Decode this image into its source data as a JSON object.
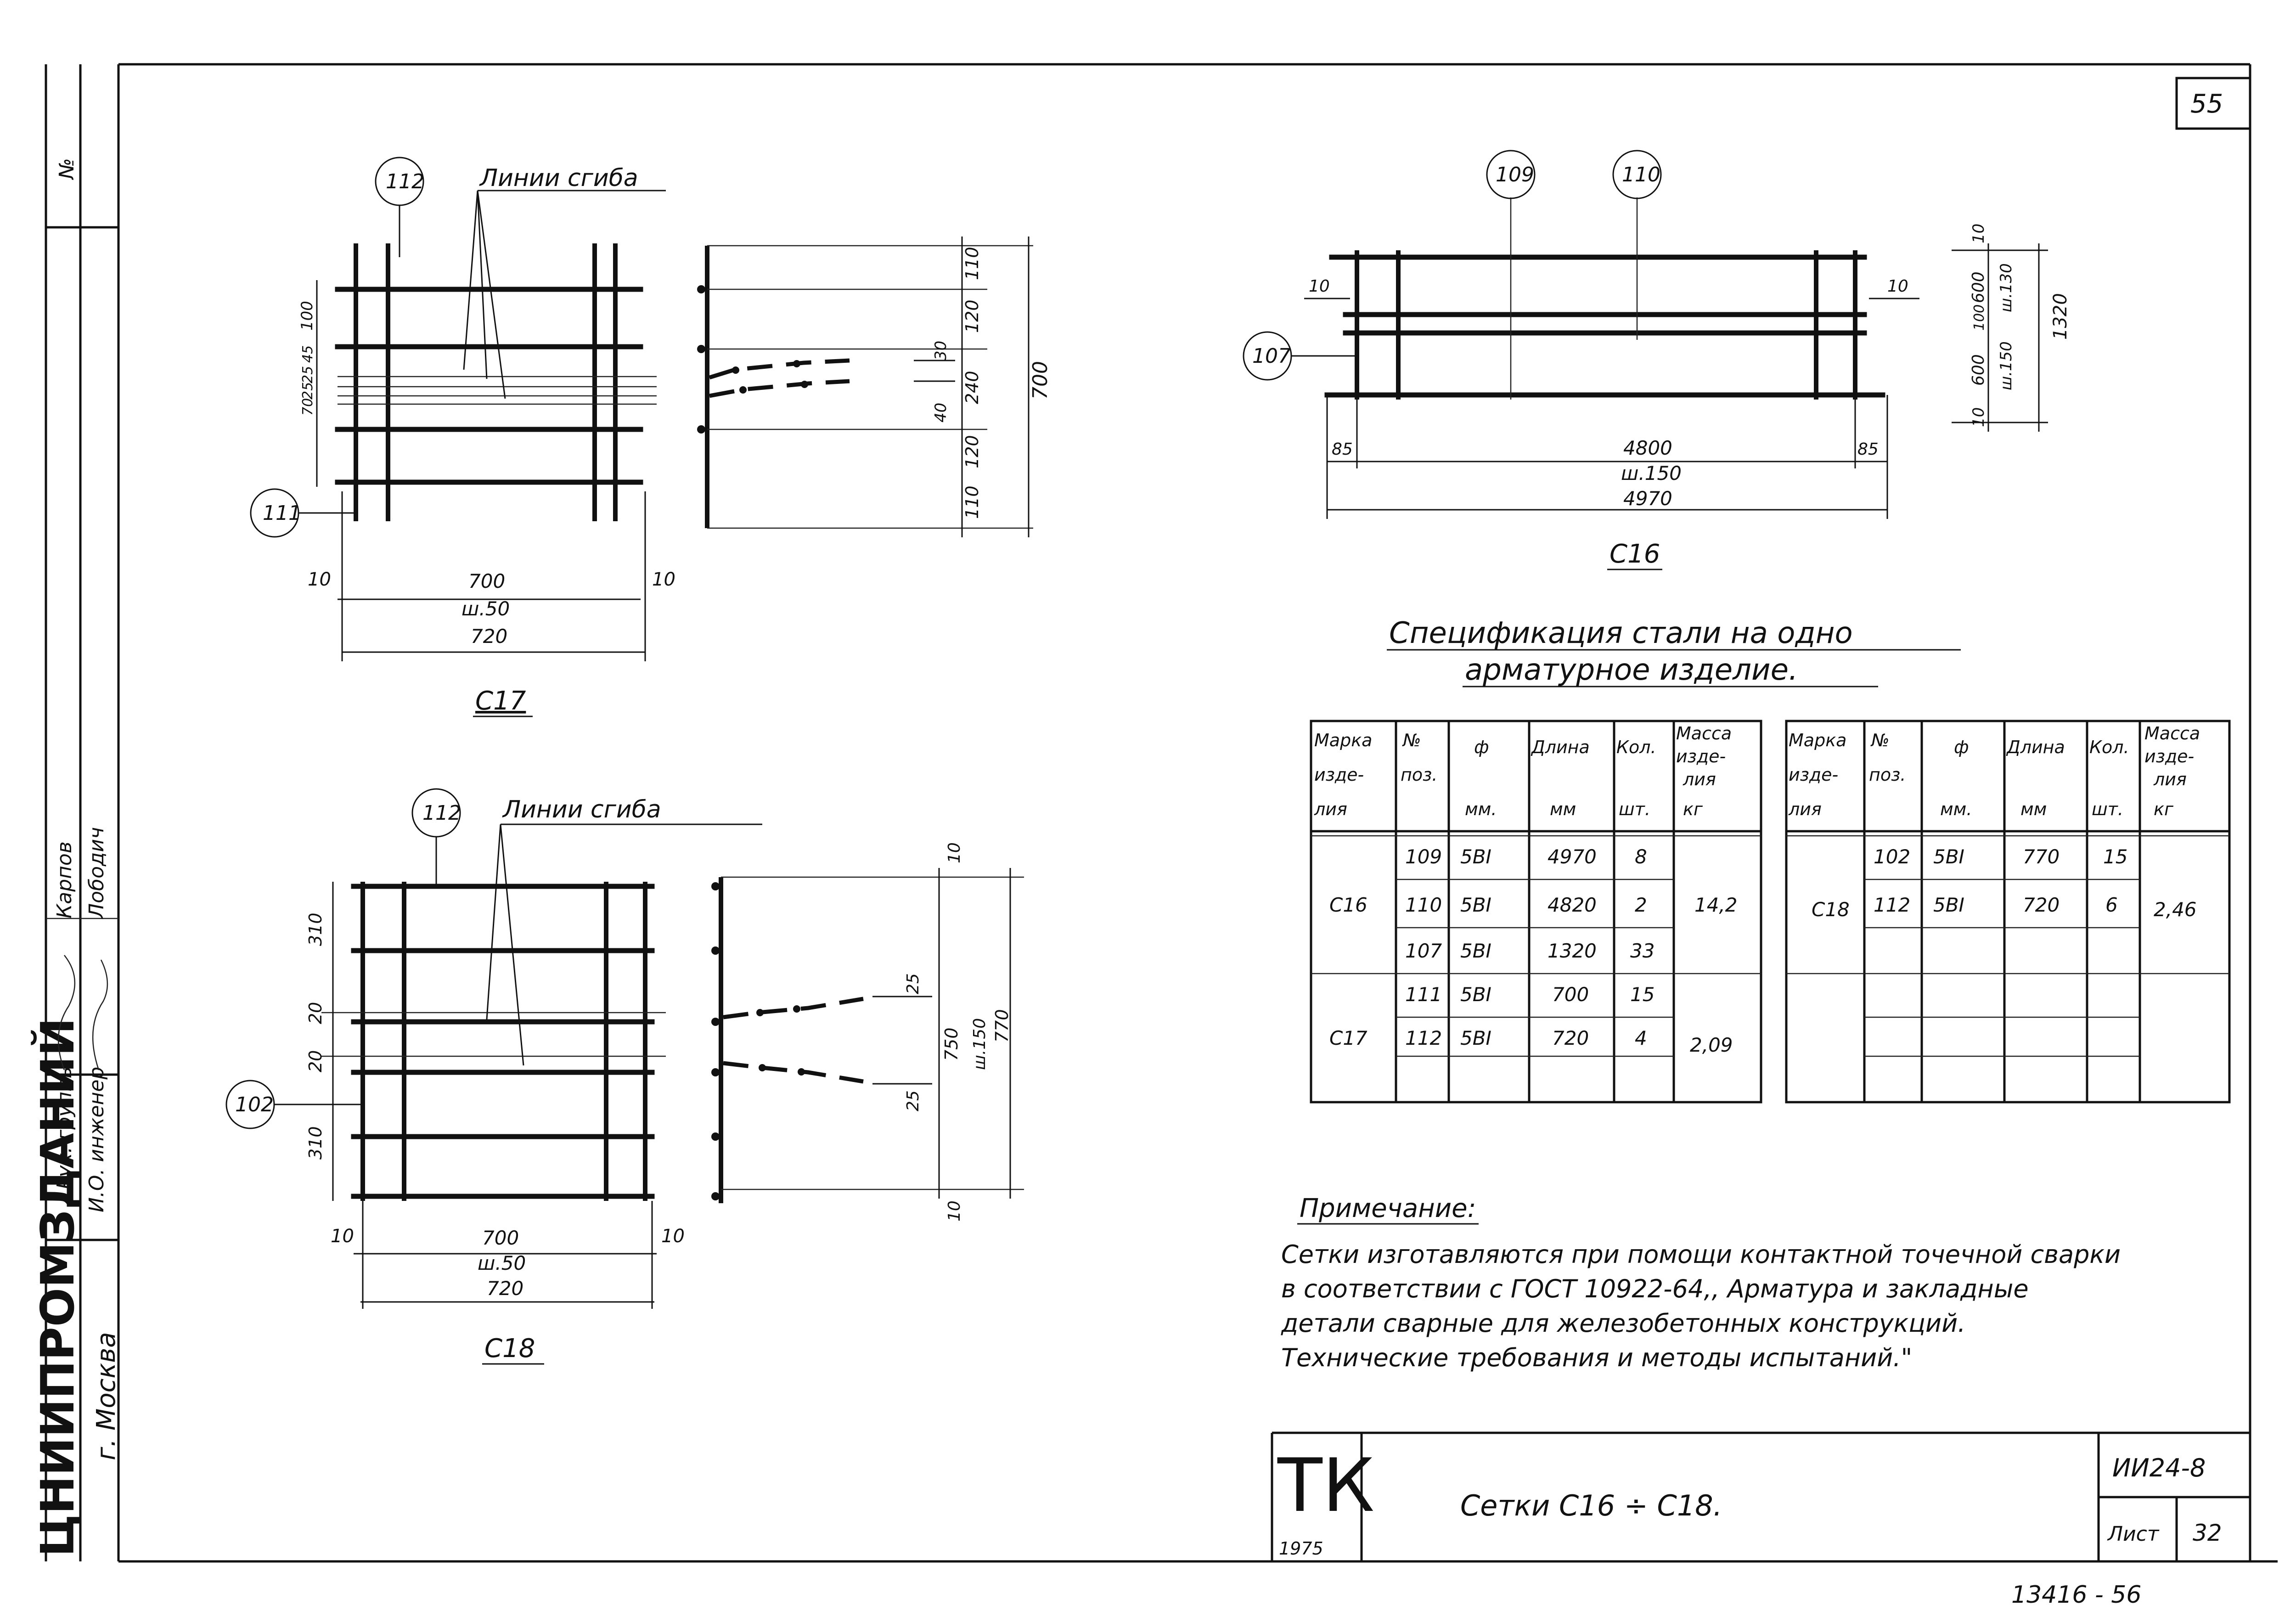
{
  "sheet": {
    "page_number": "55",
    "bottom_stamp": "13416 - 56"
  },
  "side_block": {
    "no_label": "№",
    "org_logo": "ЦНИИПРОМЗДАНИЙ",
    "city": "г. Москва",
    "roles": [
      "Рук. группы",
      "И.О. инженер"
    ],
    "names": [
      "Карпов",
      "Лободич"
    ]
  },
  "c17": {
    "title": "С17",
    "bend_label": "Линии сгиба",
    "pos_top": "112",
    "pos_left": "111",
    "dims_left": [
      "100",
      "25",
      "45",
      "70",
      "25"
    ],
    "dims_bottom": [
      "10",
      "700",
      "ш.50",
      "10",
      "720"
    ],
    "section_dims": [
      "110",
      "120",
      "240",
      "120",
      "110",
      "700",
      "30",
      "40"
    ]
  },
  "c18": {
    "title": "С18",
    "bend_label": "Линии сгиба",
    "pos_top": "112",
    "pos_left": "102",
    "dims_left": [
      "310",
      "20",
      "20",
      "310"
    ],
    "dims_bottom": [
      "10",
      "700",
      "ш.50",
      "10",
      "720"
    ],
    "section_dims": [
      "10",
      "25",
      "750",
      "ш.150",
      "770",
      "25",
      "10"
    ]
  },
  "c16": {
    "title": "С16",
    "pos": [
      "109",
      "110",
      "107"
    ],
    "dims_left": [
      "10",
      "10"
    ],
    "dims_bottom": [
      "85",
      "4800",
      "ш.150",
      "85",
      "4970"
    ],
    "dims_right": [
      "10",
      "600",
      "100",
      "600",
      "10",
      "ш.130",
      "ш.150",
      "1320"
    ]
  },
  "spec": {
    "title_line1": "Спецификация стали на одно",
    "title_line2": "арматурное изделие.",
    "headers": [
      [
        "Марка",
        "изде-",
        "лия"
      ],
      [
        "№",
        "поз."
      ],
      [
        "ф",
        "мм."
      ],
      [
        "Длина",
        "мм"
      ],
      [
        "Кол.",
        "шт."
      ],
      [
        "Масса",
        "изде-",
        "лия",
        "кг"
      ]
    ],
    "left_rows": [
      {
        "mark": "",
        "pos": "109",
        "d": "5ВI",
        "len": "4970",
        "qty": "8"
      },
      {
        "mark": "С16",
        "pos": "110",
        "d": "5ВI",
        "len": "4820",
        "qty": "2"
      },
      {
        "mark": "",
        "pos": "107",
        "d": "5ВI",
        "len": "1320",
        "qty": "33"
      },
      {
        "mark": "",
        "pos": "111",
        "d": "5ВI",
        "len": "700",
        "qty": "15"
      },
      {
        "mark": "С17",
        "pos": "112",
        "d": "5ВI",
        "len": "720",
        "qty": "4"
      }
    ],
    "left_mass": [
      "14,2",
      "2,09"
    ],
    "right_rows": [
      {
        "mark": "",
        "pos": "102",
        "d": "5ВI",
        "len": "770",
        "qty": "15"
      },
      {
        "mark": "С18",
        "pos": "112",
        "d": "5ВI",
        "len": "720",
        "qty": "6"
      }
    ],
    "right_mass": [
      "2,46"
    ]
  },
  "note": {
    "title": "Примечание:",
    "lines": [
      "Сетки изготавляются при помощи контактной точечной сварки",
      "в соответствии с ГОСТ 10922-64,, Арматура и закладные",
      "детали сварные для железобетонных конструкций.",
      "Технические требования и методы испытаний.\""
    ]
  },
  "title_block": {
    "series": "ТК",
    "year": "1975",
    "name": "Сетки С16 ÷ С18.",
    "code": "ИИ24-8",
    "sheet_label": "Лист",
    "sheet_no": "32"
  }
}
